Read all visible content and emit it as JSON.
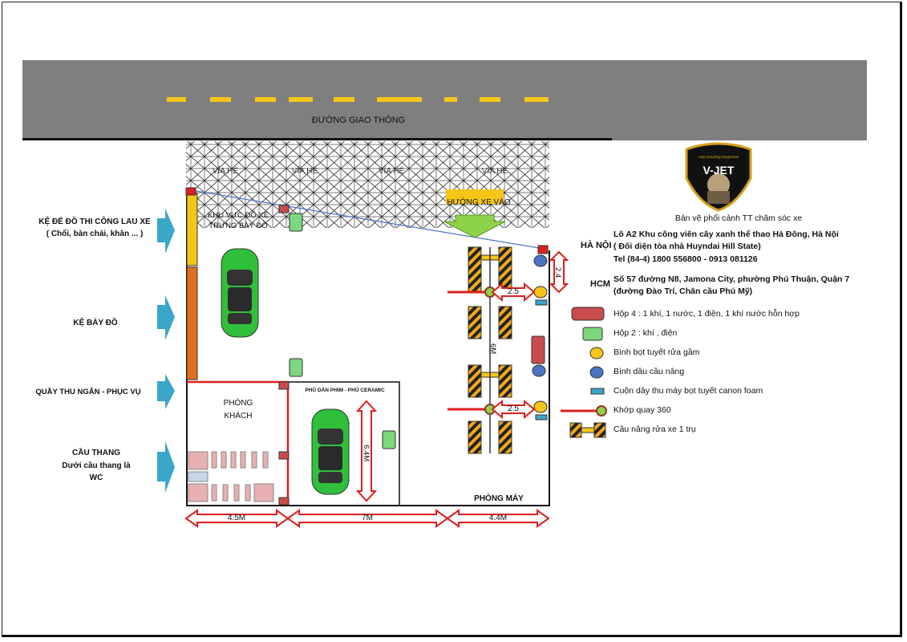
{
  "road": {
    "label": "ĐƯỜNG GIAO THÔNG"
  },
  "sidewalk": {
    "labels": [
      "VỈA HÈ",
      "VỈA HÈ",
      "VỈA HÈ",
      "VỈA HÈ"
    ]
  },
  "entrance": {
    "label": "HƯỚNG XE VÀO"
  },
  "zones": {
    "display_area": {
      "line1": "KHU VỰC ĐỘ XE",
      "line2": "TRƯNG BÀY ĐỒ"
    },
    "guest_room": {
      "line1": "PHÒNG",
      "line2": "KHÁCH"
    },
    "film_room": "PHỦ DÁN PHIM - PHỦ CERAMIC",
    "machine_room": "PHÒNG MÁY"
  },
  "left_labels": {
    "shelf_tools": {
      "line1": "KỆ ĐỂ ĐỒ THI CÔNG LAU XE",
      "line2": "( Chổi, bàn chải, khăn ... )"
    },
    "shelf_display": "KỆ BÀY ĐỒ",
    "cashier": "QUẦY THU NGÂN - PHỤC VỤ",
    "stairs": {
      "line1": "CẦU THANG",
      "line2": "Dưới cầu thang là",
      "line3": "WC"
    }
  },
  "dimensions": {
    "w1": "4.5M",
    "w2": "7M",
    "w3": "4.4M",
    "film_len": "6.4M",
    "lift_spacing": "6M",
    "gap_top": "2.5",
    "gap_bottom": "2.5",
    "side": "2.4"
  },
  "brand": {
    "name": "V-JET",
    "tagline": "Auto Detailing Equipment"
  },
  "title": "Bản vẽ phối cảnh TT chăm sóc xe",
  "hanoi": {
    "tag": "HÀ NỘI",
    "line1": "Lô A2 Khu công viên cây xanh thể thao Hà Đông, Hà Nội",
    "line2": "( Đối diện tòa nhà Huyndai Hill State)",
    "line3": "Tel (84-4) 1800 556800  - 0913 081126"
  },
  "hcm": {
    "tag": "HCM",
    "line1": "Số 57 đường N8, Jamona City, phường Phú Thuận, Quận 7",
    "line2": "(đường Đào Trí, Chân cầu Phú Mỹ)"
  },
  "legend": [
    "Hộp 4 : 1 khí, 1 nước, 1 điện, 1 khí nước hỗn hợp",
    "Hộp 2 : khí , điện",
    "Bình bọt tuyết rửa gầm",
    "Bình dầu cầu nâng",
    "Cuộn dây thu máy bọt tuyết canon foam",
    "Khớp quay 360",
    "Cầu nâng rửa xe 1 trụ"
  ],
  "colors": {
    "road": "#7f7f7f",
    "road_dash": "#f5c518",
    "wall": "#111111",
    "red_line": "#dd1f1f",
    "shelf_yellow": "#f5c518",
    "shelf_orange": "#e07020",
    "arrow_blue": "#3aa6c8",
    "entry_arrow": "#8ed24a",
    "car": "#2fbf3a",
    "box4": "#c94b4b",
    "box2": "#7ed67e",
    "foam_tank": "#f5c518",
    "oil_tank": "#4a74c4",
    "hose_reel": "#3aa6c8"
  }
}
